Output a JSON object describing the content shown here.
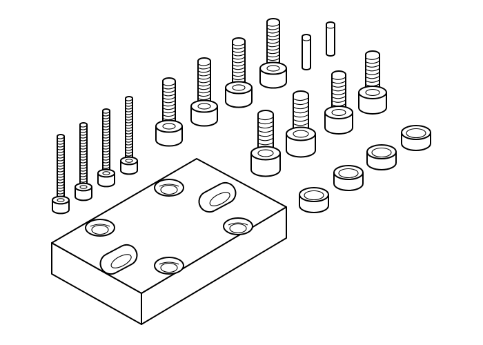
{
  "drawing": {
    "line_color": "#000000",
    "background_color": "#ffffff",
    "parts": {
      "plate": "adapter-plate",
      "long_screws": 4,
      "medium_screws": 4,
      "short_screws": 4,
      "pins": 2,
      "centering_sleeves": 4
    }
  }
}
